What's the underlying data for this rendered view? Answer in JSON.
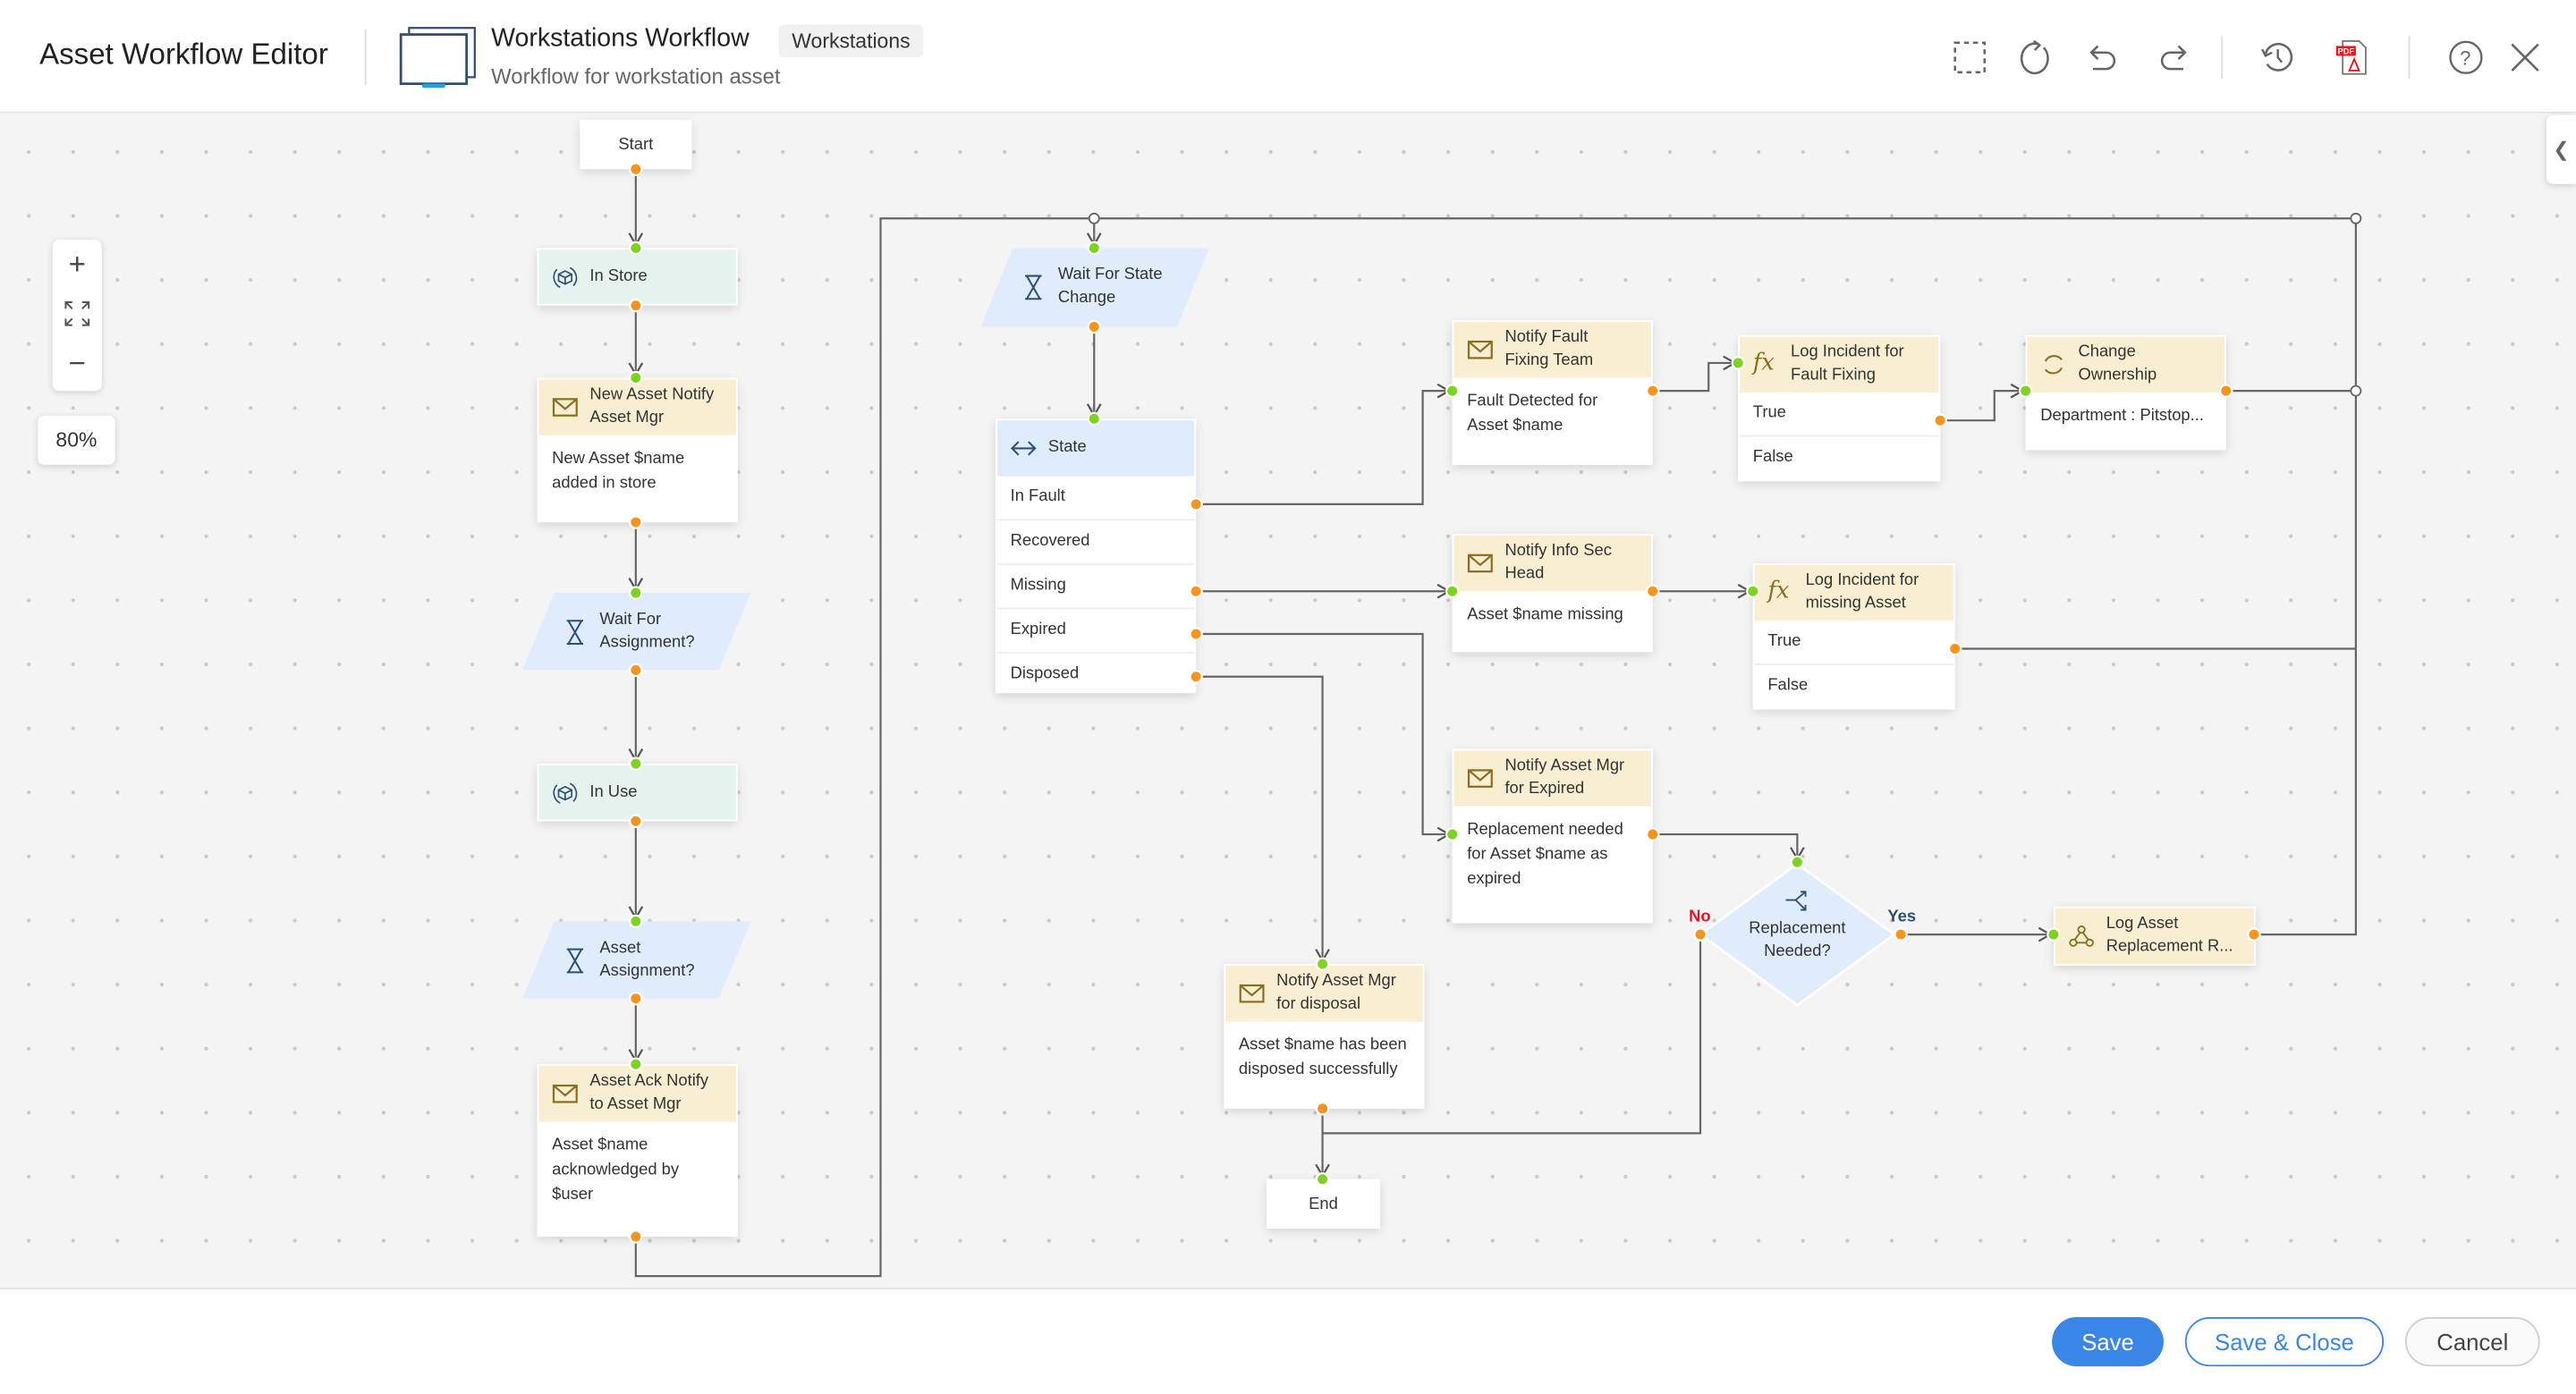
{
  "header": {
    "app_title": "Asset Workflow Editor",
    "workflow_title": "Workstations Workflow",
    "workflow_badge": "Workstations",
    "workflow_subtitle": "Workflow for workstation asset",
    "toolbar_icons": [
      "select-area-icon",
      "refresh-icon",
      "undo-icon",
      "redo-icon",
      "history-icon",
      "pdf-export-icon",
      "help-icon",
      "close-icon"
    ]
  },
  "zoom": {
    "level": "80%"
  },
  "nodes": {
    "start": "Start",
    "end": "End",
    "in_store": "In Store",
    "new_asset_notify": {
      "title": "New Asset Notify Asset Mgr",
      "body": "New  Asset $name added in store"
    },
    "wait_assignment": "Wait For Assignment?",
    "in_use": "In Use",
    "asset_assignment": "Asset Assignment?",
    "asset_ack": {
      "title": "Asset Ack Notify to Asset Mgr",
      "body": "Asset $name acknowledged by $user"
    },
    "wait_state": "Wait For State Change",
    "state": {
      "title": "State",
      "options": [
        "In Fault",
        "Recovered",
        "Missing",
        "Expired",
        "Disposed"
      ]
    },
    "notify_fault": {
      "title": "Notify Fault Fixing Team",
      "body": "Fault Detected for Asset $name"
    },
    "log_fault": {
      "title": "Log Incident for Fault Fixing",
      "true": "True",
      "false": "False"
    },
    "change_owner": {
      "title": "Change Ownership",
      "body": "Department : Pitstop..."
    },
    "notify_infosec": {
      "title": "Notify Info Sec Head",
      "body": "Asset $name  missing"
    },
    "log_missing": {
      "title": "Log Incident for missing Asset",
      "true": "True",
      "false": "False"
    },
    "notify_expired": {
      "title": "Notify Asset Mgr for Expired",
      "body": "Replacement needed for Asset $name as expired"
    },
    "replacement": {
      "title": "Replacement Needed?",
      "yes": "Yes",
      "no": "No"
    },
    "log_replacement": "Log Asset Replacement R...",
    "notify_disposal": {
      "title": "Notify Asset Mgr for disposal",
      "body": "Asset $name has been disposed successfully"
    }
  },
  "footer": {
    "save": "Save",
    "save_close": "Save & Close",
    "cancel": "Cancel"
  },
  "colors": {
    "accent": "#3a86e6",
    "input_port": "#7ed321",
    "output_port": "#f7941d",
    "no_label": "#e8141c",
    "yes_label": "#2b4f73"
  }
}
